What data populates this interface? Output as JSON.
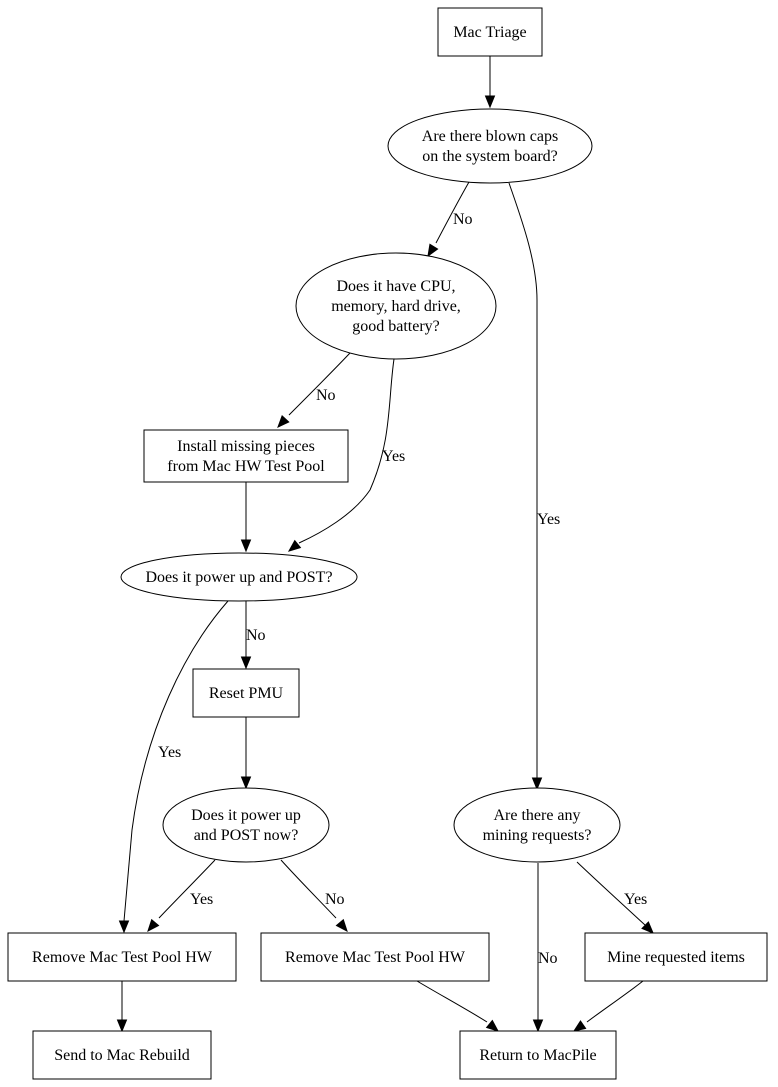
{
  "diagram": {
    "type": "flowchart",
    "nodes": {
      "mac_triage": {
        "shape": "box",
        "lines": [
          "Mac Triage"
        ]
      },
      "blown_caps": {
        "shape": "ellipse",
        "lines": [
          "Are there blown caps",
          "on the system board?"
        ]
      },
      "has_parts": {
        "shape": "ellipse",
        "lines": [
          "Does it have CPU,",
          "memory, hard drive,",
          "good battery?"
        ]
      },
      "install_missing": {
        "shape": "box",
        "lines": [
          "Install missing pieces",
          "from Mac HW Test Pool"
        ]
      },
      "power_post": {
        "shape": "ellipse",
        "lines": [
          "Does it power up and POST?"
        ]
      },
      "reset_pmu": {
        "shape": "box",
        "lines": [
          "Reset PMU"
        ]
      },
      "power_post_now": {
        "shape": "ellipse",
        "lines": [
          "Does it power up",
          "and POST now?"
        ]
      },
      "mining_requests": {
        "shape": "ellipse",
        "lines": [
          "Are there any",
          "mining requests?"
        ]
      },
      "remove_hw_1": {
        "shape": "box",
        "lines": [
          "Remove Mac Test Pool HW"
        ]
      },
      "remove_hw_2": {
        "shape": "box",
        "lines": [
          "Remove Mac Test Pool HW"
        ]
      },
      "mine_items": {
        "shape": "box",
        "lines": [
          "Mine requested items"
        ]
      },
      "send_rebuild": {
        "shape": "box",
        "lines": [
          "Send to Mac Rebuild"
        ]
      },
      "return_macpile": {
        "shape": "box",
        "lines": [
          "Return to MacPile"
        ]
      }
    },
    "edges": [
      {
        "from": "mac_triage",
        "to": "blown_caps",
        "label": ""
      },
      {
        "from": "blown_caps",
        "to": "has_parts",
        "label": "No"
      },
      {
        "from": "blown_caps",
        "to": "mining_requests",
        "label": "Yes"
      },
      {
        "from": "has_parts",
        "to": "install_missing",
        "label": "No"
      },
      {
        "from": "has_parts",
        "to": "power_post",
        "label": "Yes"
      },
      {
        "from": "install_missing",
        "to": "power_post",
        "label": ""
      },
      {
        "from": "power_post",
        "to": "reset_pmu",
        "label": "No"
      },
      {
        "from": "power_post",
        "to": "remove_hw_1",
        "label": "Yes"
      },
      {
        "from": "reset_pmu",
        "to": "power_post_now",
        "label": ""
      },
      {
        "from": "power_post_now",
        "to": "remove_hw_1",
        "label": "Yes"
      },
      {
        "from": "power_post_now",
        "to": "remove_hw_2",
        "label": "No"
      },
      {
        "from": "remove_hw_1",
        "to": "send_rebuild",
        "label": ""
      },
      {
        "from": "remove_hw_2",
        "to": "return_macpile",
        "label": ""
      },
      {
        "from": "mining_requests",
        "to": "return_macpile",
        "label": "No"
      },
      {
        "from": "mining_requests",
        "to": "mine_items",
        "label": "Yes"
      },
      {
        "from": "mine_items",
        "to": "return_macpile",
        "label": ""
      }
    ]
  }
}
